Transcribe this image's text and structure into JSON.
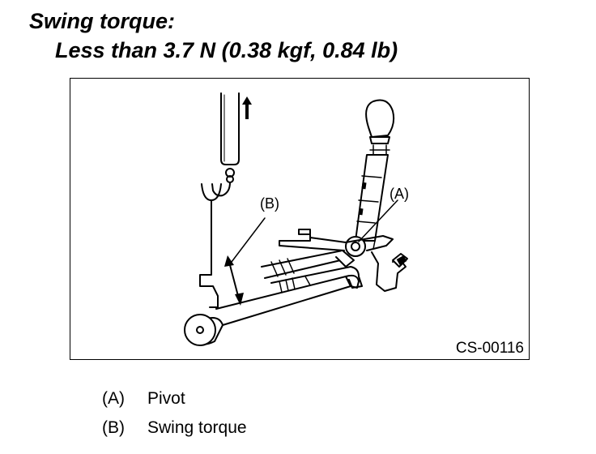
{
  "heading": {
    "line1": "Swing torque:",
    "line2": "Less than 3.7 N (0.38 kgf, 0.84 lb)"
  },
  "figure": {
    "label_a": "(A)",
    "label_b": "(B)",
    "code": "CS-00116"
  },
  "legend": [
    {
      "key": "(A)",
      "text": "Pivot"
    },
    {
      "key": "(B)",
      "text": "Swing torque"
    }
  ]
}
